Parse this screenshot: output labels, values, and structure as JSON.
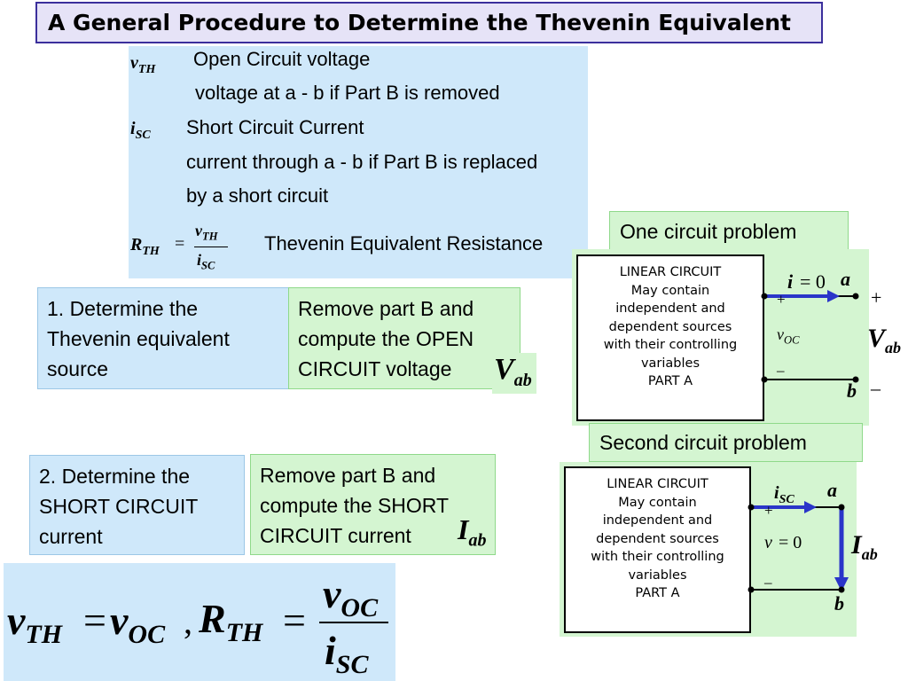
{
  "title": "A General Procedure to Determine the Thevenin Equivalent",
  "definitions": {
    "vth_symbol": "v",
    "vth_sub": "TH",
    "vth_line1": "Open Circuit voltage",
    "vth_line2": "voltage at a - b if Part B is removed",
    "isc_symbol": "i",
    "isc_sub": "SC",
    "isc_line1": "Short Circuit Current",
    "isc_line2": "current through a - b if Part B is replaced",
    "isc_line3": "by a short circuit",
    "rth_text": "Thevenin Equivalent Resistance"
  },
  "steps": {
    "step1": "1. Determine the Thevenin equivalent source",
    "step1_action": "Remove part B and compute the OPEN CIRCUIT voltage",
    "step2": "2. Determine the SHORT CIRCUIT current",
    "step2_action": "Remove part B and compute the SHORT CIRCUIT current",
    "vab_symbol": "V",
    "iab_symbol": "I",
    "ab_sub": "ab"
  },
  "circuit1": {
    "heading": "One circuit problem",
    "lines": [
      "LINEAR CIRCUIT",
      "May contain",
      "independent and",
      "dependent sources",
      "with their controlling",
      "variables",
      "PART  A"
    ],
    "current_label": "i",
    "current_value": "= 0",
    "node_a": "a",
    "node_b": "b",
    "plus": "+",
    "minus": "–",
    "voc": "v",
    "voc_sub": "OC",
    "vab": "V",
    "vab_sub": "ab"
  },
  "circuit2": {
    "heading": "Second circuit problem",
    "lines": [
      "LINEAR CIRCUIT",
      "May contain",
      "independent and",
      "dependent sources",
      "with their controlling",
      "variables",
      "PART  A"
    ],
    "isc": "i",
    "isc_sub": "SC",
    "node_a": "a",
    "node_b": "b",
    "plus": "+",
    "minus": "–",
    "v_label": "v",
    "v_value": "= 0",
    "iab": "I",
    "iab_sub": "ab"
  },
  "colors": {
    "title_border": "#3b2f9c",
    "blue_panel": "#cfe8fa",
    "green_panel": "#d4f5d1",
    "arrow": "#2a35c9"
  }
}
